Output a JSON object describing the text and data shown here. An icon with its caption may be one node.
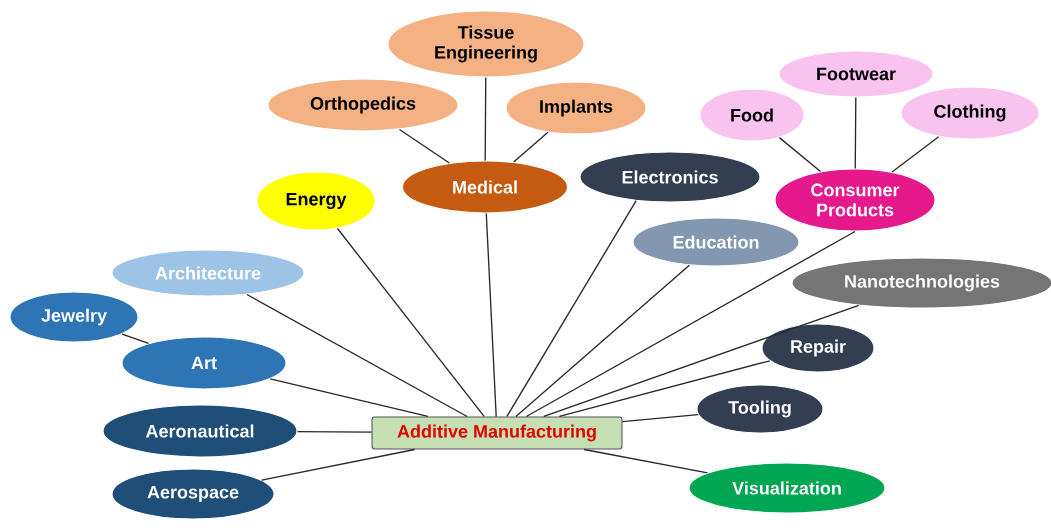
{
  "diagram": {
    "nodes": [
      {
        "text": [
          "Additive Manufacturing"
        ]
      },
      {
        "text": [
          "Tissue Engineering"
        ]
      },
      {
        "text": [
          "Orthopedics"
        ]
      },
      {
        "text": [
          "Implants"
        ]
      },
      {
        "text": [
          "Medical"
        ]
      },
      {
        "text": [
          "Energy"
        ]
      },
      {
        "text": [
          "Footwear"
        ]
      },
      {
        "text": [
          "Food"
        ]
      },
      {
        "text": [
          "Clothing"
        ]
      },
      {
        "text": [
          "Electronics"
        ]
      },
      {
        "text": [
          "Consumer Products"
        ]
      },
      {
        "text": [
          "Education"
        ]
      },
      {
        "text": [
          "Architecture"
        ]
      },
      {
        "text": [
          "Nanotechnologies"
        ]
      },
      {
        "text": [
          "Jewelry"
        ]
      },
      {
        "text": [
          "Art"
        ]
      },
      {
        "text": [
          "Repair"
        ]
      },
      {
        "text": [
          "Aeronautical"
        ]
      },
      {
        "text": [
          "Tooling"
        ]
      },
      {
        "text": [
          "Aerospace"
        ]
      },
      {
        "text": [
          "Visualization"
        ]
      }
    ],
    "edges": [
      {
        "from": 1,
        "to": 4,
        "arrow": "none"
      },
      {
        "from": 2,
        "to": 4,
        "arrow": "none"
      },
      {
        "from": 3,
        "to": 4,
        "arrow": "none"
      },
      {
        "from": 6,
        "to": 10,
        "arrow": "none"
      },
      {
        "from": 7,
        "to": 10,
        "arrow": "none"
      },
      {
        "from": 8,
        "to": 10,
        "arrow": "none"
      },
      {
        "from": 14,
        "to": 15,
        "arrow": "none"
      },
      {
        "from": 0,
        "to": 5,
        "arrow": "none"
      },
      {
        "from": 0,
        "to": 4,
        "arrow": "none"
      },
      {
        "from": 0,
        "to": 9,
        "arrow": "none"
      },
      {
        "from": 0,
        "to": 11,
        "arrow": "none"
      },
      {
        "from": 0,
        "to": 10,
        "arrow": "none"
      },
      {
        "from": 0,
        "to": 12,
        "arrow": "none"
      },
      {
        "from": 0,
        "to": 13,
        "arrow": "none"
      },
      {
        "from": 0,
        "to": 15,
        "arrow": "none"
      },
      {
        "from": 0,
        "to": 17,
        "arrow": "none"
      },
      {
        "from": 0,
        "to": 19,
        "arrow": "none"
      },
      {
        "from": 0,
        "to": 16,
        "arrow": "none"
      },
      {
        "from": 0,
        "to": 18,
        "arrow": "none"
      },
      {
        "from": 0,
        "to": 20,
        "arrow": "none"
      }
    ]
  }
}
